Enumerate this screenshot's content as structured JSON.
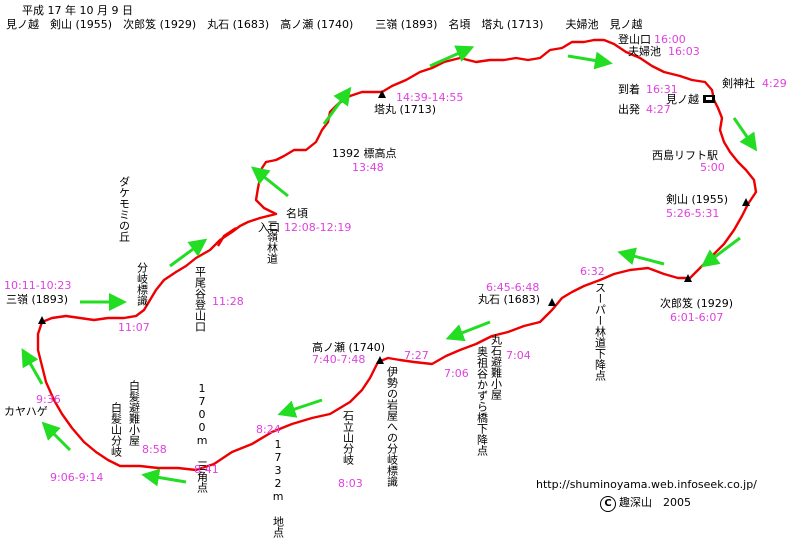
{
  "header": {
    "date": "平成 17 年 10 月 9 日",
    "route": "見ノ越　剣山 (1955)　次郎笈 (1929)　丸石 (1683)　高ノ瀬 (1740)　　三嶺 (1893)　名頃　塔丸 (1713)　　夫婦池　見ノ越"
  },
  "labels": {
    "tozanguchi": "登山口",
    "t_tozanguchi": "16:00",
    "meotoike": "夫婦池",
    "t_meotoike": "16:03",
    "touchaku": "到着",
    "t_touchaku": "16:31",
    "minokoshi": "見ノ越",
    "shuppatsu": "出発",
    "t_shuppatsu": "4:27",
    "tsurugi_jinja": "剣神社",
    "t_tsurugi_jinja": "4:29",
    "nishijima": "西島リフト駅",
    "t_nishijima": "5:00",
    "tsurugisan": "剣山 (1955)",
    "t_tsurugisan": "5:26-5:31",
    "jirogyu": "次郎笈 (1929)",
    "t_jirogyu": "6:01-6:07",
    "t_super_top": "6:32",
    "super_rindo": "スーパー林道下降点",
    "maruishi": "丸石 (1683)",
    "t_maruishi": "6:45-6:48",
    "maruishi_hinan": "丸石避難小屋",
    "t_maruishi_hinan": "7:04",
    "oiya": "奥祖谷かずら橋下降点",
    "t_oiya": "7:06",
    "t_takanose_pre": "7:27",
    "takanose": "高ノ瀬 (1740)",
    "t_takanose": "7:40-7:48",
    "ise": "伊勢の岩屋への分岐標識",
    "ishidate": "石立山分岐",
    "t_ishidate": "8:03",
    "m1732": "1732m 地点",
    "t_1732": "8:24",
    "m1700": "1700m 三角点",
    "t_1700": "8:41",
    "shiraga_hinan": "白髪避難小屋",
    "t_shiraga_hinan": "8:58",
    "shiraga_bunki": "白髪山分岐",
    "t_shiraga_bunki": "9:06-9:14",
    "kayahage": "カヤハゲ",
    "t_kayahage": "9:36",
    "sanrei": "三嶺 (1893)",
    "t_sanrei": "10:11-10:23",
    "dakemomi": "ダケモミの丘",
    "bunki_hyoshiki": "分岐標識",
    "t_bunki": "11:07",
    "hiraodani": "平尾谷登山口",
    "t_hiraodani": "11:28",
    "iriguchi": "入口",
    "sanrei_rindo": "三嶺林道",
    "nagoro": "名頃",
    "t_nagoro": "12:08-12:19",
    "m1392": "1392 標高点",
    "t_1392": "13:48",
    "toumaru": "塔丸 (1713)",
    "t_toumaru": "14:39-14:55"
  },
  "footer": {
    "url": "http://shuminoyama.web.infoseek.co.jp/",
    "copyright_symbol": "C",
    "credit": "趣深山　2005"
  },
  "colors": {
    "route": "#ee0000",
    "arrow": "#22dd22",
    "time": "#e040e0",
    "peak": "#000000"
  },
  "icons": [
    "summit-triangle-icon",
    "hut-icon",
    "copyright-icon",
    "direction-arrow-icon"
  ]
}
